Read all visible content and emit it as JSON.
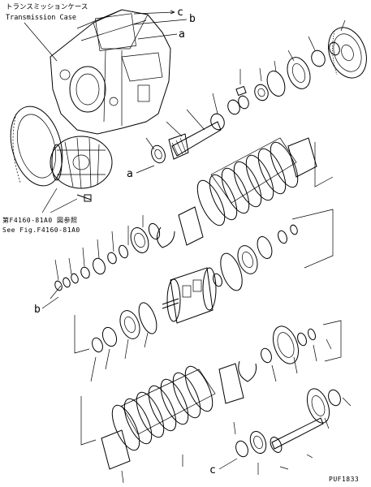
{
  "header": {
    "title_jp": "トランスミッションケース",
    "title_en": "Transmission Case"
  },
  "callouts": {
    "c": "c",
    "b": "b",
    "a": "a"
  },
  "reference": {
    "jp": "第F4160-81A0 図参照",
    "en": "See Fig.F4160-81A0"
  },
  "footer": {
    "code": "PUF1833"
  }
}
